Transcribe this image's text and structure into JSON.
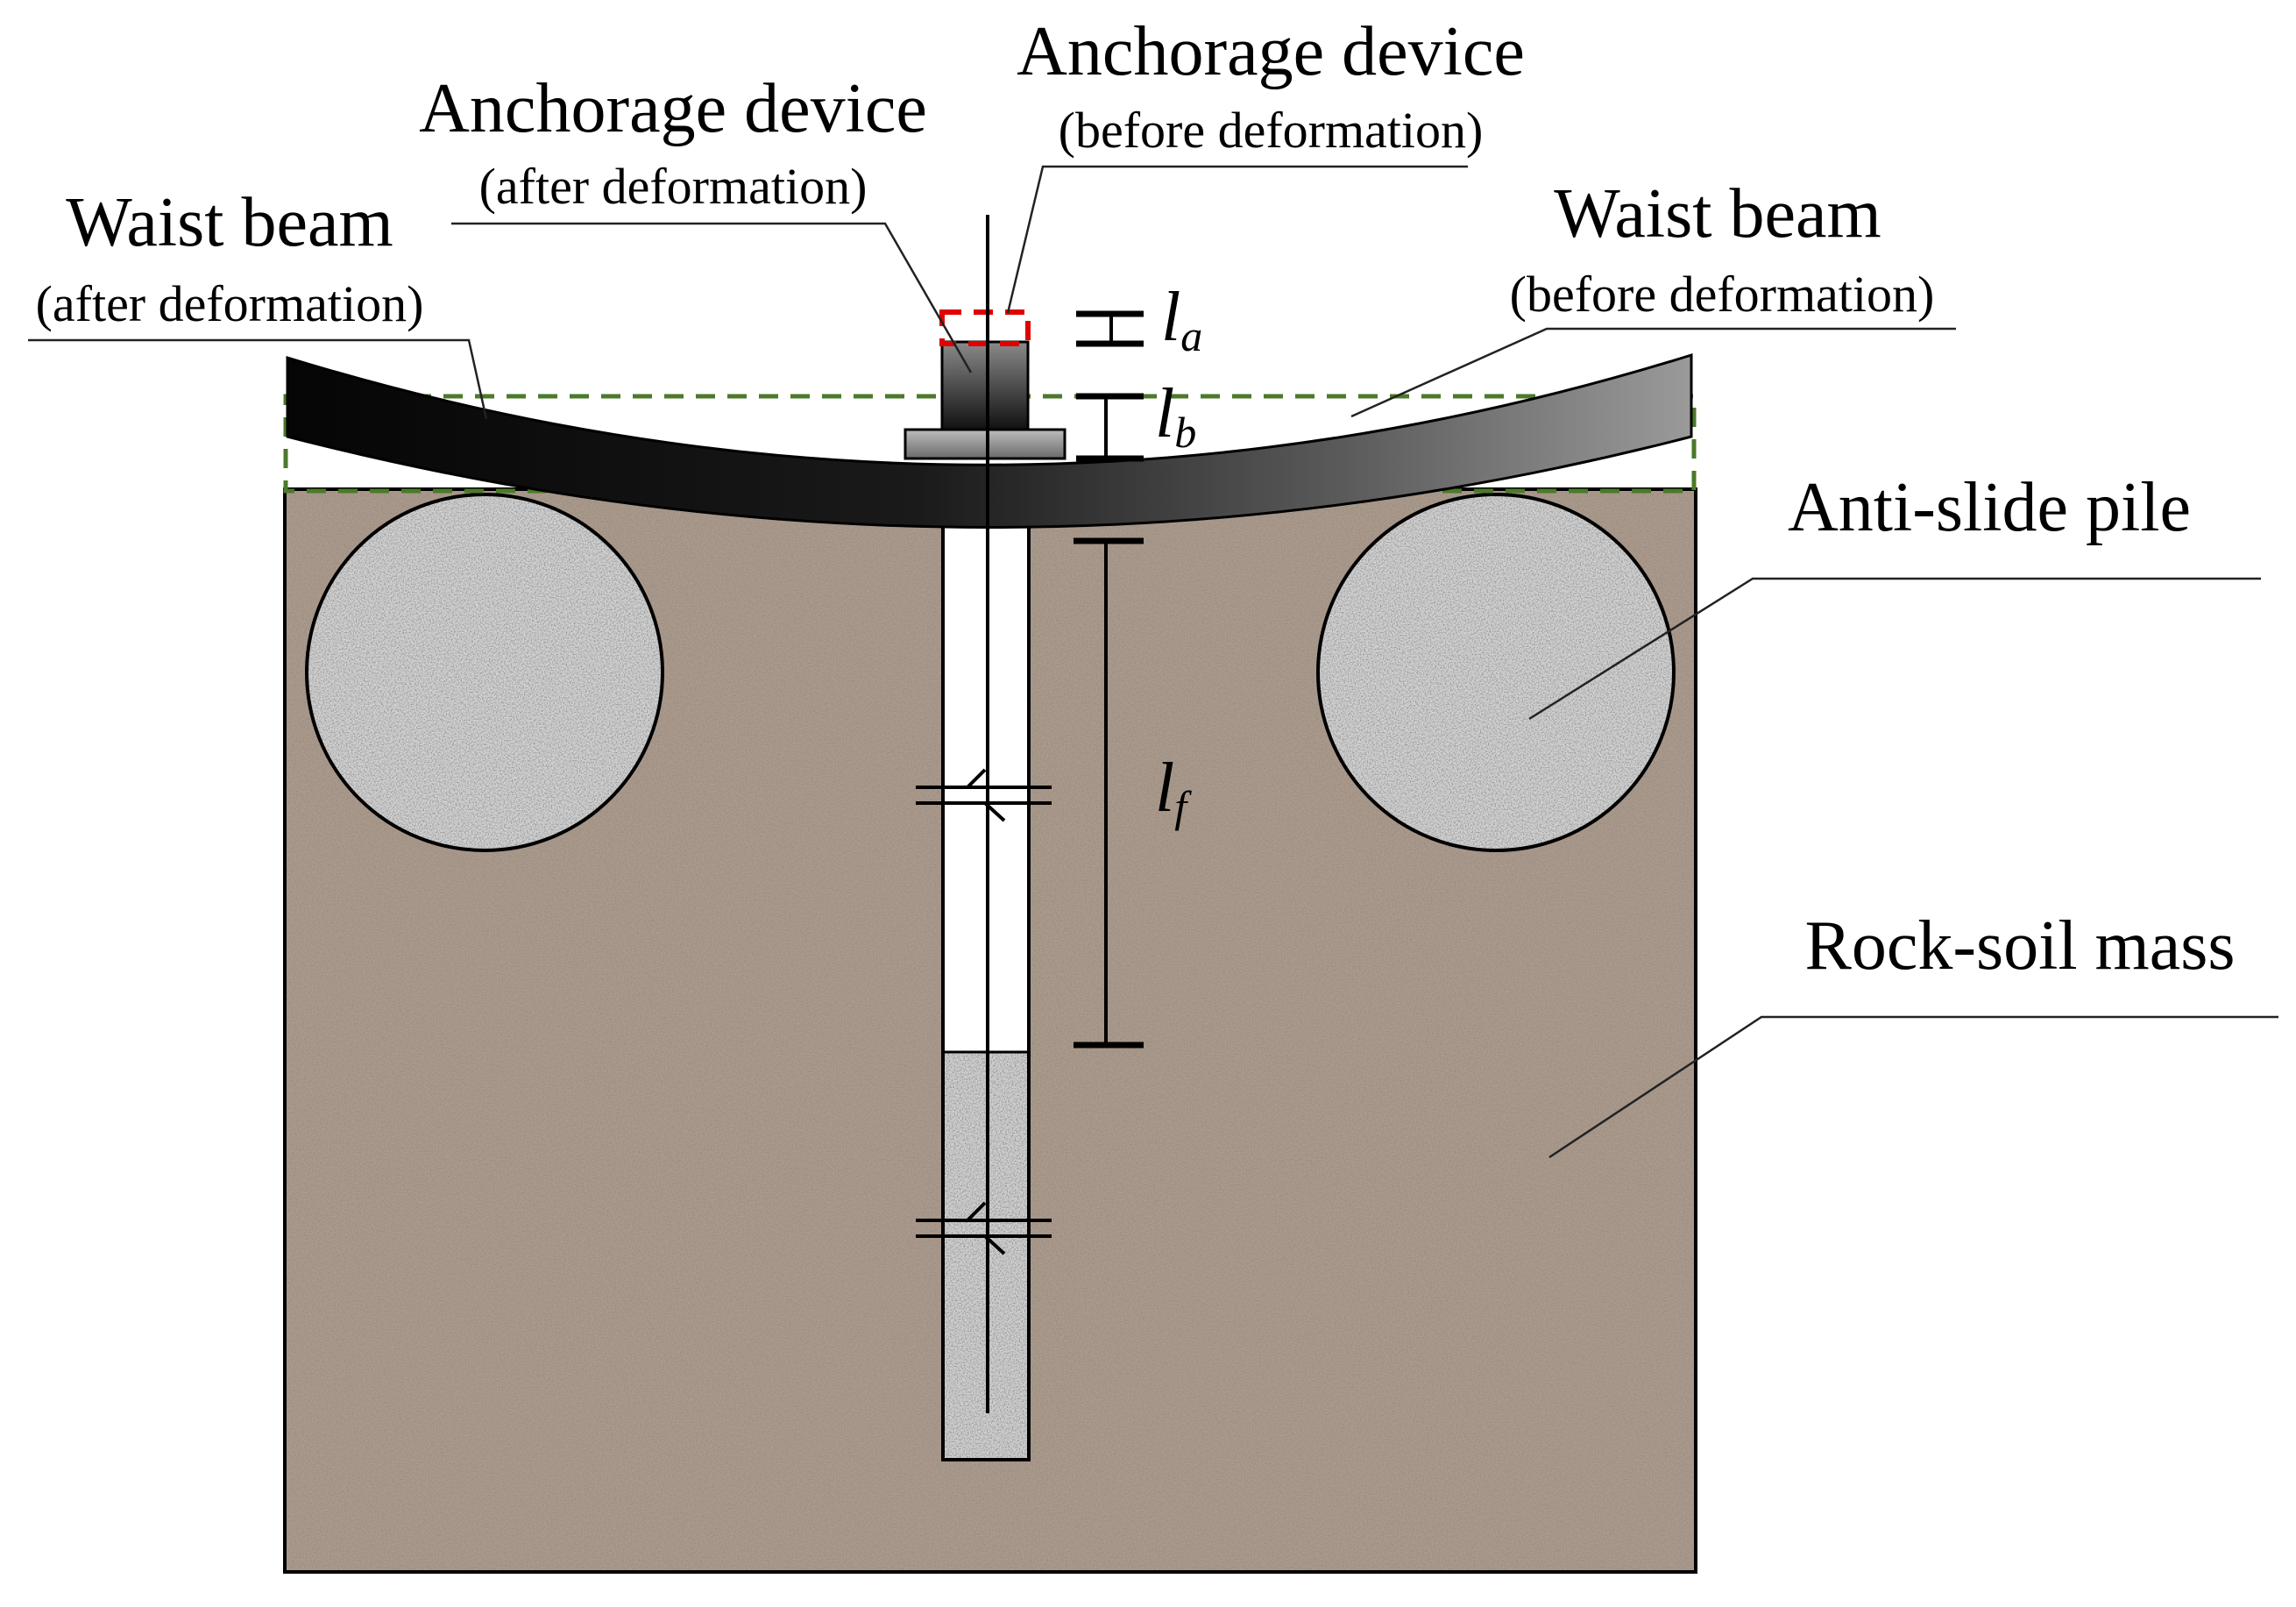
{
  "labels": {
    "anchorage_before_title": "Anchorage device",
    "anchorage_before_sub": "(before deformation)",
    "anchorage_after_title": "Anchorage device",
    "anchorage_after_sub": "(after deformation)",
    "waist_after_title": "Waist beam",
    "waist_after_sub": "(after deformation)",
    "waist_before_title": "Waist beam",
    "waist_before_sub": "(before deformation)",
    "anti_slide_pile": "Anti-slide pile",
    "rock_soil_mass": "Rock-soil mass"
  },
  "dimensions": {
    "la_symbol": "l",
    "la_subscript": "a",
    "lb_symbol": "l",
    "lb_subscript": "b",
    "lf_symbol": "l",
    "lf_subscript": "f"
  },
  "colors": {
    "soil": "#a8968a",
    "pile_concrete": "#c9c9c9",
    "beam_dark": "#0a0a0a",
    "beam_light": "#8a8a8a",
    "before_deformation_beam_outline": "#4b7a2a",
    "before_deformation_anchor_outline": "#e00000"
  }
}
